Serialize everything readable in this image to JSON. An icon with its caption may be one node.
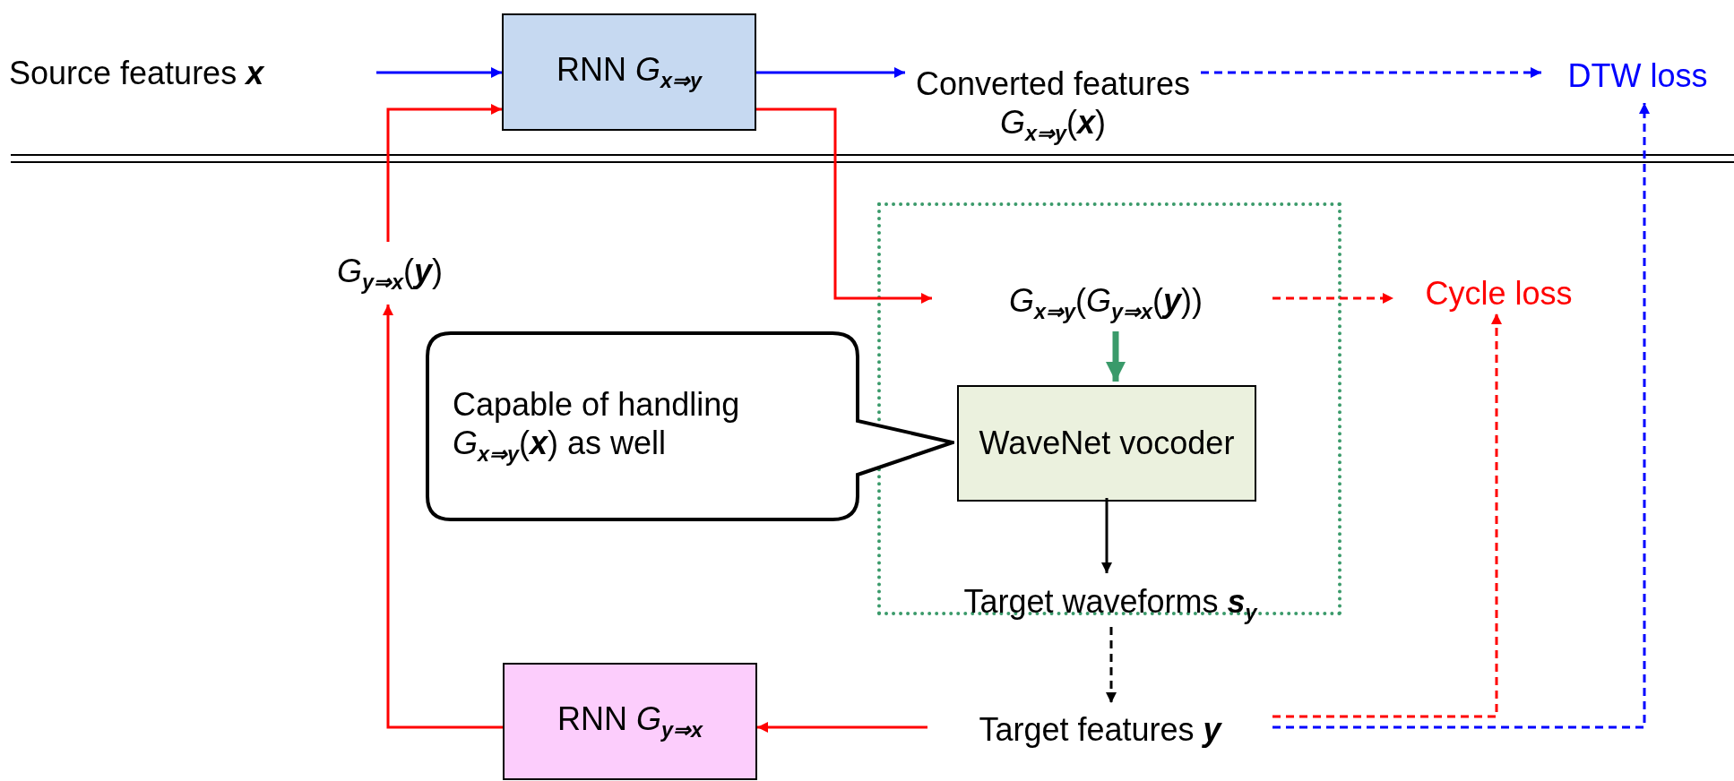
{
  "diagram": {
    "nodes": [
      {
        "text": [
          "Source features **x**"
        ]
      },
      {
        "text": [
          "RNN *G*$_{x⇒y}$"
        ]
      },
      {
        "text": [
          "Converted features *G*$_{x⇒y}$(**x**)"
        ]
      },
      {
        "text": [
          "DTW loss"
        ]
      },
      {
        "text": [
          "*G*$_{y⇒x}$(**y**)"
        ]
      },
      {
        "text": [],
        "shape": "box"
      },
      {
        "text": [
          "*G*$_{x⇒y}$(*G*$_{y⇒x}$(**y**))"
        ],
        "in": 5
      },
      {
        "text": [
          "Cycle loss"
        ]
      },
      {
        "text": [
          "Capable of handling *G*$_{x⇒y}$(**x**) as well"
        ]
      },
      {
        "text": [
          "WaveNet vocoder"
        ],
        "in": 5
      },
      {
        "text": [
          "Target waveforms **s**$_{y}$"
        ],
        "in": 5
      },
      {
        "text": [
          "Target features **y**"
        ]
      },
      {
        "text": [
          "RNN *G*$_{y⇒x}$"
        ]
      }
    ],
    "edges": [
      {
        "from": 0,
        "to": 1,
        "arrow": "to",
        "color": "#0000ff"
      },
      {
        "from": 1,
        "to": 2,
        "arrow": "to",
        "color": "#0000ff"
      },
      {
        "from": 2,
        "to": 3,
        "arrow": "to",
        "style": "dashed",
        "color": "#0000ff"
      },
      {
        "from": 4,
        "to": 1,
        "arrow": "to"
      },
      {
        "from": 1,
        "to": 6,
        "arrow": "to"
      },
      {
        "from": 6,
        "to": 7,
        "arrow": "to",
        "style": "dashed"
      },
      {
        "from": 6,
        "to": 9,
        "arrow": "to",
        "style": "thick",
        "color": "#3a9a6a"
      },
      {
        "from": 9,
        "to": 10,
        "arrow": "to",
        "color": "#000000"
      },
      {
        "from": 10,
        "to": 11,
        "arrow": "to",
        "style": "dashed",
        "color": "#000000"
      },
      {
        "from": 11,
        "to": 12,
        "arrow": "to"
      },
      {
        "from": 12,
        "to": 4,
        "arrow": "to"
      },
      {
        "from": 11,
        "to": 7,
        "arrow": "to",
        "style": "dashed"
      },
      {
        "from": 11,
        "to": 3,
        "arrow": "to",
        "style": "dashed",
        "color": "#0000ff"
      }
    ]
  }
}
